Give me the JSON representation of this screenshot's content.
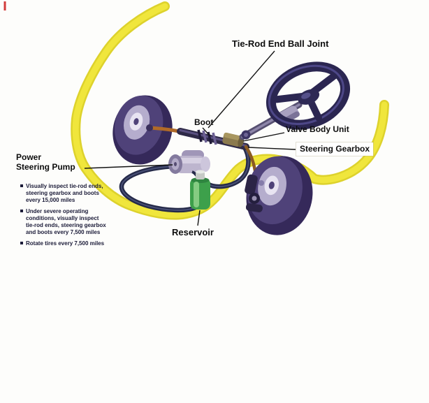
{
  "labels": {
    "tie_rod_end_ball_joint": "Tie-Rod End Ball Joint",
    "boot": "Boot",
    "valve_body_unit": "Valve Body Unit",
    "steering_gearbox": "Steering Gearbox",
    "power_steering_pump": "Power\nSteering Pump",
    "reservoir": "Reservoir"
  },
  "maintenance_notes": [
    "Visually inspect tie-rod ends, steering gearbox and boots every 15,000 miles",
    "Under severe operating conditions, visually inspect tie-rod ends, steering gearbox and boots every 7,500 miles",
    "Rotate tires every 7,500 miles"
  ],
  "icons": {
    "note_bullet": "square"
  },
  "colors": {
    "body_outline_yellow": "#f0e63c",
    "tire_purple": "#35295a",
    "steering_wheel_navy": "#2b2651",
    "hose_navy": "#252a49",
    "reservoir_green": "#3da04b",
    "label_text": "#0e0e0e",
    "notes_text": "#1b1b38",
    "corner_mark_red": "#d23b3b"
  }
}
